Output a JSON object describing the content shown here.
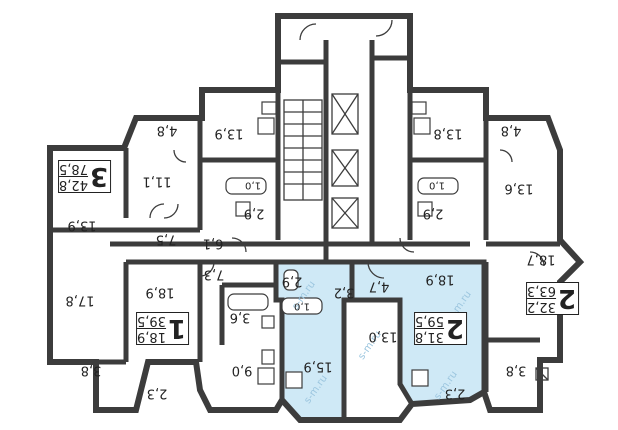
{
  "floor_plan": {
    "room_areas": [
      "4,8",
      "13,9",
      "13,8",
      "4,8",
      "42,8",
      "78,5",
      "11,1",
      "13,6",
      "13,9",
      "7,5",
      "6,1",
      "2,9",
      "2,9",
      "18,7",
      "17,8",
      "18,9",
      "7,3",
      "2,9",
      "3,2",
      "4,7",
      "18,9",
      "32,2",
      "63,3",
      "3,6",
      "18,9",
      "39,5",
      "15,9",
      "13,0",
      "31,8",
      "59,5",
      "9,0",
      "3,8",
      "2,3",
      "2,3",
      "3,8"
    ],
    "apartments": [
      {
        "number": "3",
        "living": "42,8",
        "total": "78,5"
      },
      {
        "number": "1",
        "living": "18,9",
        "total": "39,5"
      },
      {
        "number": "2",
        "living": "31,8",
        "total": "59,5"
      },
      {
        "number": "2",
        "living": "32,2",
        "total": "63,3"
      }
    ],
    "fixture_labels": [
      "1,0",
      "1,0",
      "1,0"
    ],
    "watermark": "s-m.ru",
    "colors": {
      "highlight": "#cfe9f6",
      "walls": "#3c3c3c",
      "watermark": "#9cc6df"
    }
  }
}
